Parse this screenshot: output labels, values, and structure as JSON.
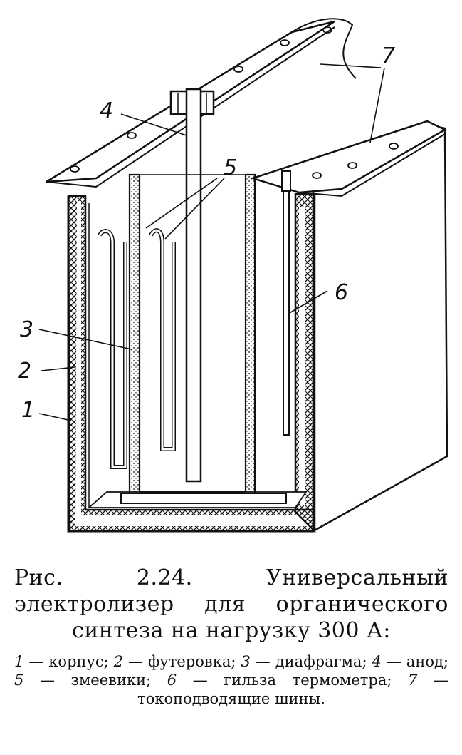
{
  "figure": {
    "labels": {
      "l1": "1",
      "l2": "2",
      "l3": "3",
      "l4": "4",
      "l5": "5",
      "l6": "6",
      "l7": "7"
    }
  },
  "caption": {
    "title": "Рис. 2.24. Универсальный электролизер для органического синтеза на нагрузку 300 А:",
    "legend": [
      {
        "num": "1",
        "text": "— корпус;"
      },
      {
        "num": "2",
        "text": "— футеровка;"
      },
      {
        "num": "3",
        "text": "— диафрагма;"
      },
      {
        "num": "4",
        "text": "— анод;"
      },
      {
        "num": "5",
        "text": "— змеевики;"
      },
      {
        "num": "6",
        "text": "— гильза термометра;"
      },
      {
        "num": "7",
        "text": "— токоподводящие шины."
      }
    ]
  },
  "colors": {
    "ink": "#111111",
    "paper": "#ffffff"
  }
}
